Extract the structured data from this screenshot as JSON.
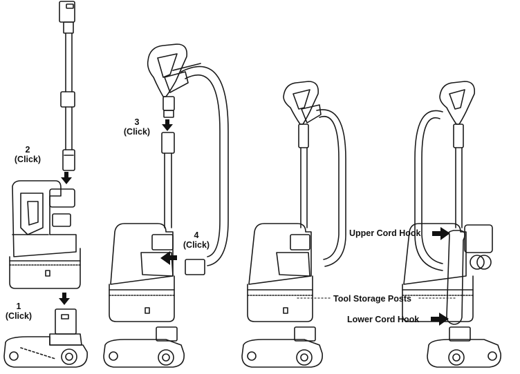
{
  "steps": {
    "step1": {
      "number": "1",
      "action": "(Click)"
    },
    "step2": {
      "number": "2",
      "action": "(Click)"
    },
    "step3": {
      "number": "3",
      "action": "(Click)"
    },
    "step4": {
      "number": "4",
      "action": "(Click)"
    }
  },
  "callouts": {
    "upper_cord_hook": "Upper Cord Hook",
    "tool_storage_posts": "Tool Storage Posts",
    "lower_cord_hook": "Lower Cord Hook"
  }
}
